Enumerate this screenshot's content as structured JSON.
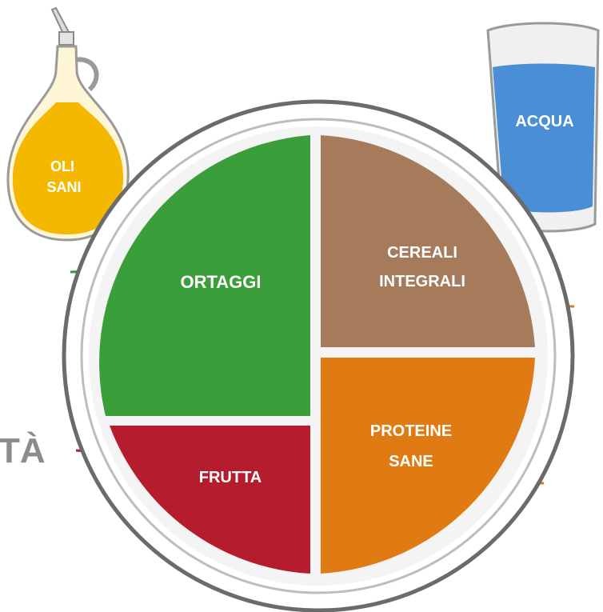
{
  "plate": {
    "vegetables": "ORTAGGI",
    "grains": [
      "CEREALI",
      "INTEGRALI"
    ],
    "fruit": "FRUTTA",
    "protein": [
      "PROTEINE",
      "SANE"
    ]
  },
  "oil": [
    "OLI",
    "SANI"
  ],
  "water": "ACQUA",
  "side_word": "TÀ",
  "colors": {
    "vegetables": "#3a9e3a",
    "grains": "#a67b5b",
    "fruit": "#b51c2e",
    "protein": "#e07a12",
    "oil": "#f5b800",
    "water": "#4a8fd6",
    "rim": "#6b6b6b"
  }
}
